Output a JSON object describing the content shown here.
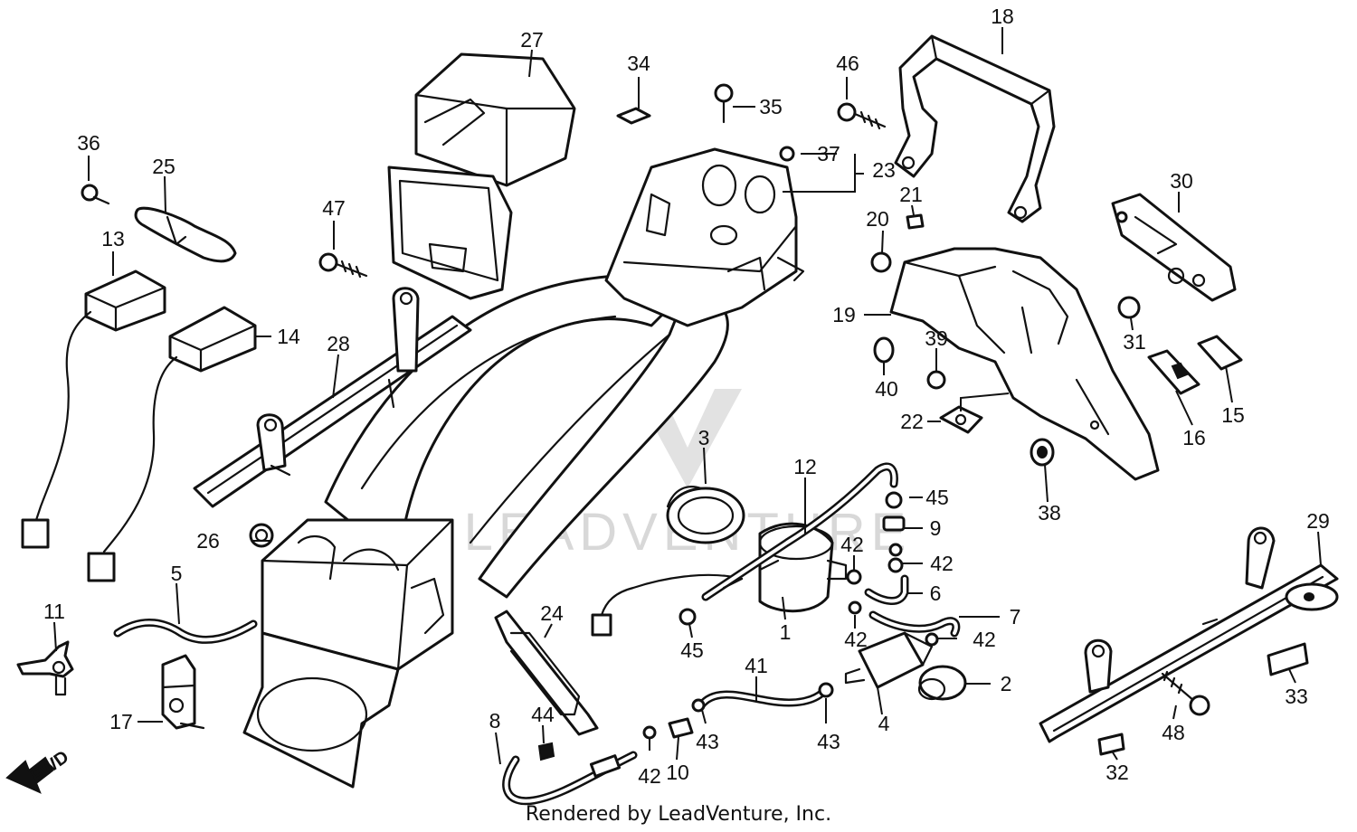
{
  "watermark_text": "LEADVENTURE",
  "direction_label": "FWD",
  "footer_text": "Rendered by LeadVenture, Inc.",
  "callouts": [
    "1",
    "2",
    "3",
    "4",
    "5",
    "6",
    "7",
    "8",
    "9",
    "10",
    "11",
    "12",
    "13",
    "14",
    "15",
    "16",
    "17",
    "18",
    "19",
    "20",
    "21",
    "22",
    "23",
    "24",
    "25",
    "26",
    "27",
    "28",
    "29",
    "30",
    "31",
    "32",
    "33",
    "34",
    "35",
    "36",
    "37",
    "38",
    "39",
    "40",
    "41",
    "42",
    "42",
    "42",
    "42",
    "42",
    "43",
    "43",
    "44",
    "45",
    "45",
    "46",
    "47",
    "48"
  ]
}
